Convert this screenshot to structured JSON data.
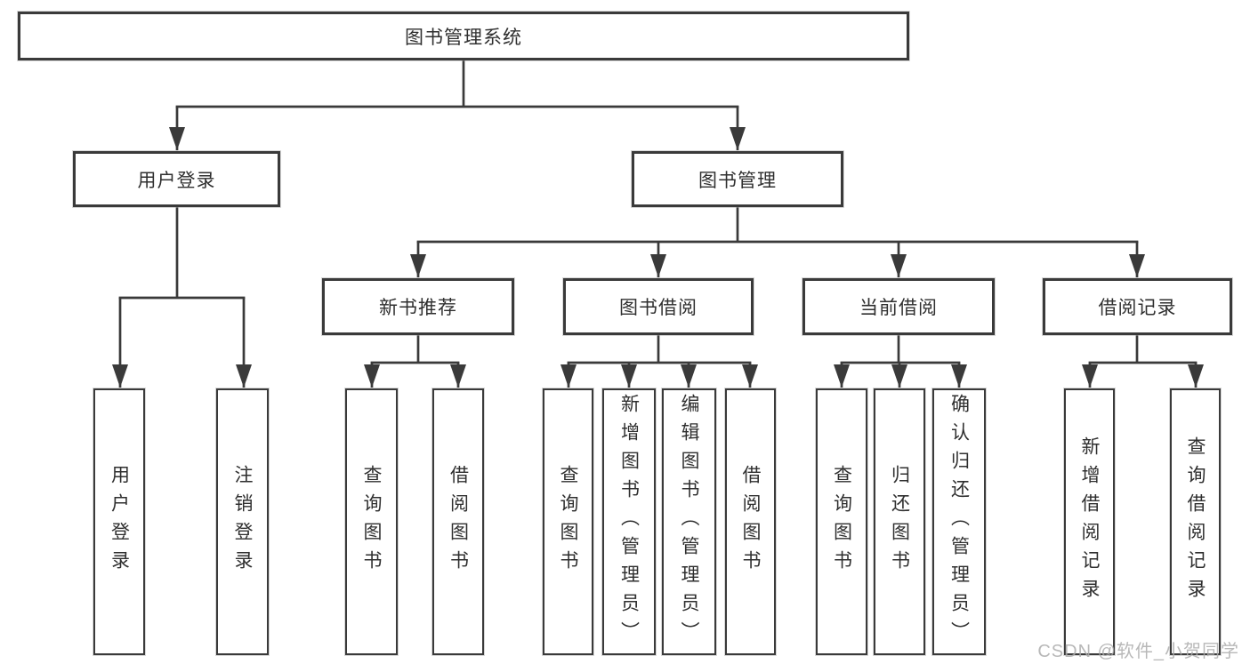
{
  "diagram": {
    "root_label": "图书管理系统",
    "level2": {
      "user_login": "用户登录",
      "book_management": "图书管理"
    },
    "level3": {
      "new_book_recommend": "新书推荐",
      "book_borrow": "图书借阅",
      "current_borrow": "当前借阅",
      "borrow_records": "借阅记录"
    },
    "leaves": [
      "用户登录",
      "注销登录",
      "查询图书",
      "借阅图书",
      "查询图书",
      "新增图书（管理员）",
      "编辑图书（管理员）",
      "借阅图书",
      "查询图书",
      "归还图书",
      "确认归还（管理员）",
      "新增借阅记录",
      "查询借阅记录"
    ],
    "colors": {
      "line": "#3a3a3a",
      "text": "#2f2f2f",
      "background": "#ffffff",
      "watermark": "#acacac"
    }
  },
  "watermark": {
    "text": "CSDN @软件_小贺同学"
  }
}
